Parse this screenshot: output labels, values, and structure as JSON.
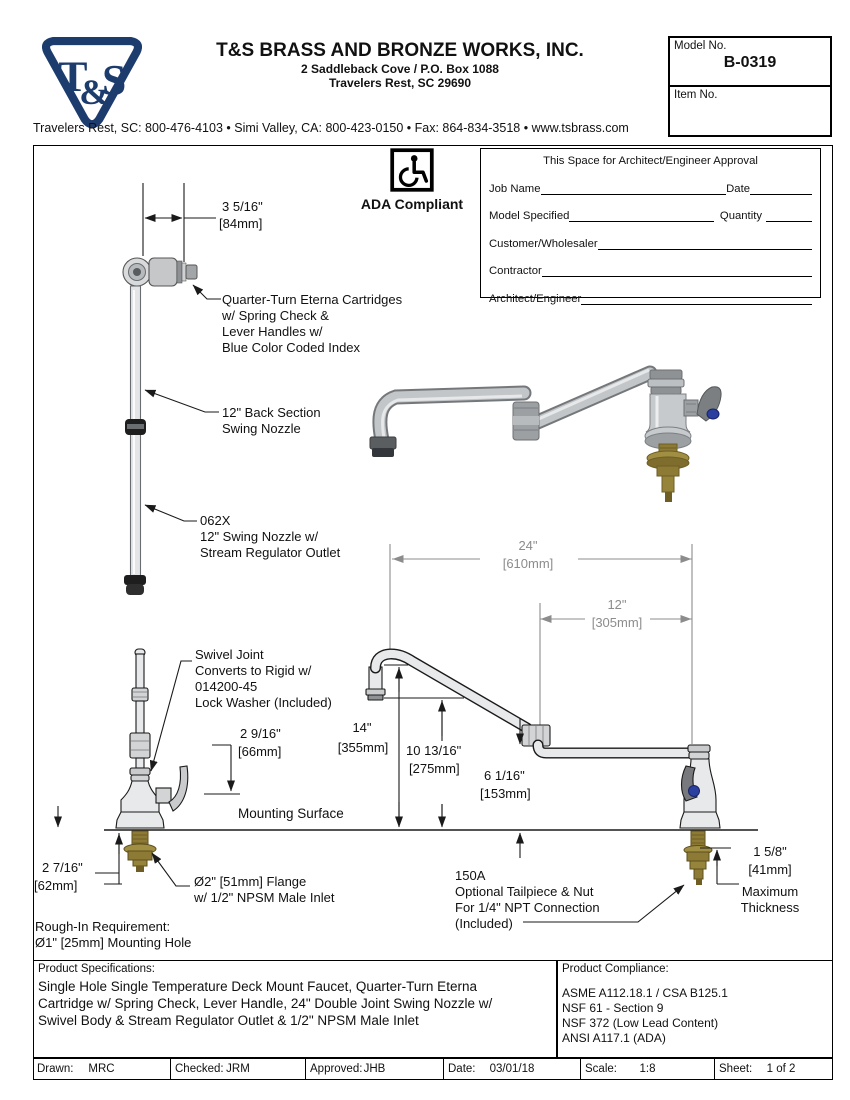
{
  "header": {
    "logo_text": "T&S",
    "company": "T&S BRASS AND BRONZE WORKS, INC.",
    "address1": "2 Saddleback Cove / P.O. Box 1088",
    "address2": "Travelers Rest, SC  29690",
    "contact": "Travelers Rest, SC: 800-476-4103 • Simi Valley, CA: 800-423-0150 • Fax: 864-834-3518 • www.tsbrass.com",
    "model_label": "Model No.",
    "model_value": "B-0319",
    "item_label": "Item No."
  },
  "ada": {
    "label": "ADA Compliant"
  },
  "approval": {
    "title": "This Space for Architect/Engineer Approval",
    "job_name": "Job Name",
    "date": "Date",
    "model_specified": "Model Specified",
    "quantity": "Quantity",
    "customer": "Customer/Wholesaler",
    "contractor": "Contractor",
    "architect": "Architect/Engineer"
  },
  "drawing": {
    "dim_84": [
      "3 5/16\"",
      "[84mm]"
    ],
    "callout_cartridge": [
      "Quarter-Turn Eterna Cartridges",
      "w/ Spring Check &",
      "Lever Handles w/",
      "Blue Color Coded Index"
    ],
    "callout_back_section": [
      "12\" Back Section",
      "Swing Nozzle"
    ],
    "callout_062x": [
      "062X",
      "12\" Swing Nozzle w/",
      "Stream Regulator Outlet"
    ],
    "dim_610": [
      "24\"",
      "[610mm]"
    ],
    "dim_305": [
      "12\"",
      "[305mm]"
    ],
    "callout_swivel": [
      "Swivel Joint",
      "Converts to Rigid w/",
      "014200-45",
      "Lock Washer (Included)"
    ],
    "dim_66": [
      "2 9/16\"",
      "[66mm]"
    ],
    "dim_355": [
      "14\"",
      "[355mm]"
    ],
    "dim_275": [
      "10 13/16\"",
      "[275mm]"
    ],
    "dim_153": [
      "6 1/16\"",
      "[153mm]"
    ],
    "mounting_surface": "Mounting Surface",
    "dim_62": [
      "2 7/16\"",
      "[62mm]"
    ],
    "callout_flange": [
      "Ø2\" [51mm] Flange",
      "w/ 1/2\" NPSM Male Inlet"
    ],
    "rough_in": [
      "Rough-In Requirement:",
      "Ø1\" [25mm] Mounting Hole"
    ],
    "callout_150a": [
      "150A",
      "Optional Tailpiece & Nut",
      "For 1/4\" NPT Connection",
      "(Included)"
    ],
    "dim_41": [
      "1 5/8\"",
      "[41mm]",
      "Maximum",
      "Thickness"
    ]
  },
  "spec": {
    "title": "Product Specifications:",
    "lines": [
      "Single Hole Single Temperature Deck Mount Faucet, Quarter-Turn Eterna",
      "Cartridge w/ Spring Check, Lever Handle, 24\" Double Joint Swing Nozzle w/",
      "Swivel Body & Stream Regulator Outlet & 1/2\" NPSM Male Inlet"
    ]
  },
  "compliance": {
    "title": "Product Compliance:",
    "lines": [
      "ASME A112.18.1 / CSA B125.1",
      "NSF 61 - Section 9",
      "NSF 372 (Low Lead Content)",
      "ANSI A117.1 (ADA)"
    ]
  },
  "footer": {
    "cells": [
      {
        "label": "Drawn:",
        "value": "MRC"
      },
      {
        "label": "Checked:",
        "value": "JRM"
      },
      {
        "label": "Approved:",
        "value": "JHB"
      },
      {
        "label": "Date:",
        "value": "03/01/18"
      },
      {
        "label": "Scale:",
        "value": "1:8"
      },
      {
        "label": "Sheet:",
        "value": "1  of  2"
      }
    ]
  },
  "colors": {
    "navy": "#1d3c6e",
    "dim_gray": "#8c8c8c",
    "brass": "#8d7b35",
    "metal_light": "#e8e9ea",
    "index_blue": "#2a3f9e"
  }
}
